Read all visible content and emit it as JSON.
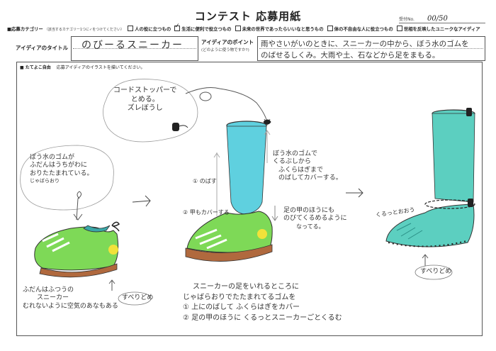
{
  "header": {
    "title": "コンテスト 応募用紙",
    "receipt_label": "受付No.",
    "receipt_value": "00/50"
  },
  "category": {
    "label": "■応募カテゴリー",
    "instruction": "（該当するカテゴリー1つに✓をつけてください）",
    "options": [
      {
        "label": "人の役に立つもの",
        "checked": false
      },
      {
        "label": "生活に便利で役立つもの",
        "checked": true
      },
      {
        "label": "未来の世界であったらいいなと思うもの",
        "checked": false
      },
      {
        "label": "体の不自由な人に役立つもの",
        "checked": false
      },
      {
        "label": "世相を反映したユニークなアイディア",
        "checked": false
      }
    ]
  },
  "idea": {
    "title_label": "アイディアのタイトル",
    "title_value": "のびーるスニーカー",
    "point_label": "アイディアのポイント",
    "point_sublabel": "(どのように使う物ですか?)",
    "point_line1": "雨やさいがいのときに、スニーカーの中から、ぼう水のゴムを",
    "point_line2": "のばせるしくみ。大雨や土、石などから足をまもる。"
  },
  "illustration": {
    "header_label": "■ たてよこ自由",
    "header_instruction": "応募アイディアのイラストを描いてください。",
    "bubble_stopper": [
      "コードストッパーで",
      "とめる。",
      "ズレぼうし"
    ],
    "bubble_folded": [
      "ぼう水のゴムが",
      "ふだんはうちがわに",
      "おりたたまれている。",
      "じゃばらおり"
    ],
    "caption_normal": [
      "ふだんはふつうの",
      "スニーカー",
      "むれないように空気のあなもある"
    ],
    "non_slip_1": "すべりどめ",
    "non_slip_2": "すべりどめ",
    "step1_label": "① のばす",
    "step2_label": "② 甲もカバーする",
    "mid_notes": [
      "ぼう水のゴムで",
      "くるぶしから",
      "ふくらはぎまで",
      "のばしてカバーする。"
    ],
    "instep_notes": [
      "足の甲のほうにも",
      "のびてくるめるように",
      "なってる。"
    ],
    "wrap_label": "くるっとおおう",
    "bottom_notes": [
      "スニーカーの足をいれるところに",
      "じゃばらおりでたたまれてるゴムを",
      "① 上にのばして ふくらはぎをカバー",
      "② 足の甲のほうに くるっとスニーカーごとくるむ"
    ]
  },
  "colors": {
    "shoe_green": "#7ed957",
    "boot_cyan": "#5fd0df",
    "boot_teal": "#5ccfc0",
    "sole_brown": "#b0693e",
    "accent_yellow": "#f2e23a",
    "collar_teal": "#3aa7a8"
  }
}
